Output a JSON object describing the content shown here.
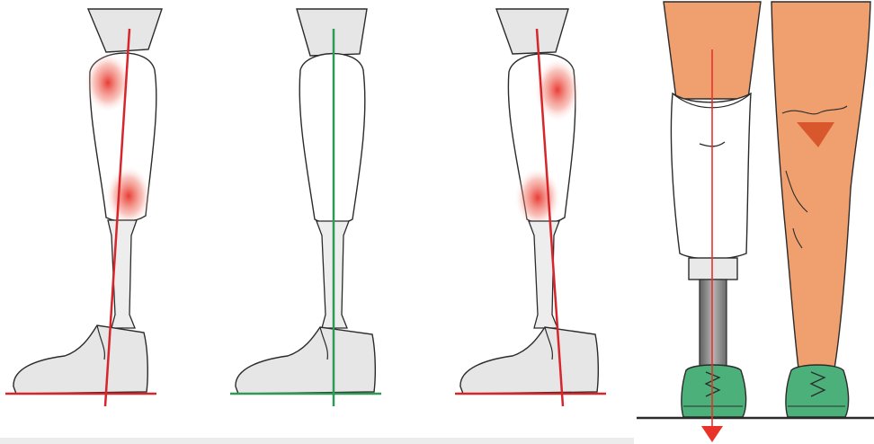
{
  "figure": {
    "panels": [
      {
        "id": "left-tilt",
        "alignment": "misaligned",
        "load_line_color": "#d7262b",
        "pressure_zones": [
          "upper-front",
          "lower-back"
        ]
      },
      {
        "id": "neutral",
        "alignment": "aligned",
        "load_line_color": "#2e9a56",
        "pressure_zones": []
      },
      {
        "id": "right-tilt",
        "alignment": "misaligned",
        "load_line_color": "#d7262b",
        "pressure_zones": [
          "upper-back",
          "lower-front"
        ]
      },
      {
        "id": "frontal-view",
        "alignment": "load-line",
        "load_line_color": "#e8322a",
        "pressure_zones": []
      }
    ],
    "colors": {
      "outline": "#2b2b2b",
      "limb_gray": "#e6e6e6",
      "socket_white": "#ffffff",
      "skin": "#f0a06e",
      "skin_dark": "#d9572c",
      "shoe_green": "#4cb07a",
      "pylon_gray": "#8a8a8a",
      "pressure_red": "#e8322a"
    }
  }
}
